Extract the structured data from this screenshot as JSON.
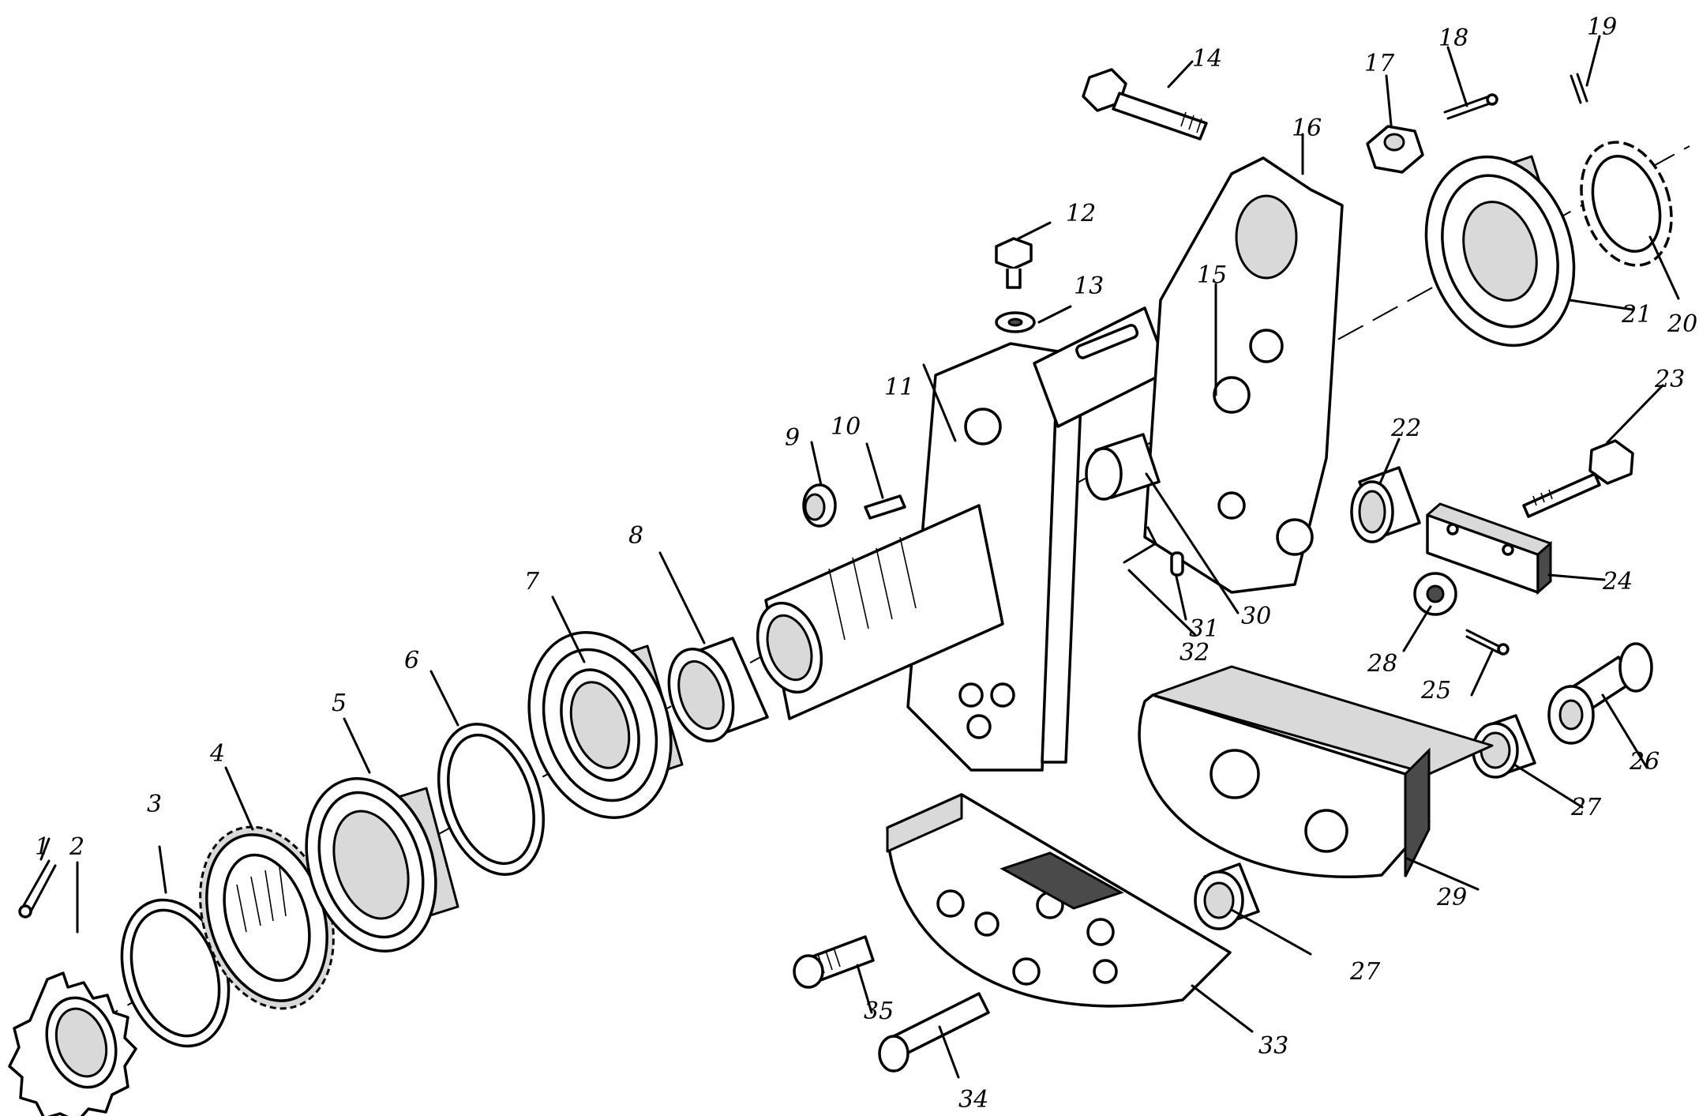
{
  "diagram": {
    "part_numbers": [
      "1",
      "2",
      "3",
      "4",
      "5",
      "6",
      "7",
      "8",
      "9",
      "10",
      "11",
      "12",
      "13",
      "14",
      "15",
      "16",
      "17",
      "18",
      "19",
      "20",
      "21",
      "22",
      "23",
      "24",
      "25",
      "26",
      "27",
      "28",
      "29",
      "30",
      "31",
      "32",
      "33",
      "34",
      "35",
      "27"
    ]
  }
}
